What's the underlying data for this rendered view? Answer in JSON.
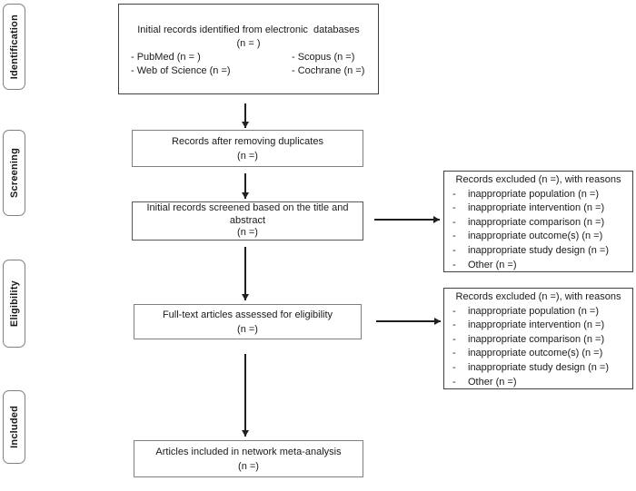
{
  "bullet": "-",
  "stages": [
    "Identification",
    "Screening",
    "Eligibility",
    "Included"
  ],
  "flow": {
    "identified": {
      "title": "Initial records identified from electronic  databases",
      "count": "(n = )",
      "sources_left": [
        "- PubMed (n = )",
        "- Web of Science (n =)"
      ],
      "sources_right": [
        "- Scopus (n =)",
        "- Cochrane (n =)"
      ]
    },
    "deduplicated": {
      "title": "Records after removing duplicates",
      "count": "(n =)"
    },
    "screened": {
      "title": "Initial records screened based on the title and abstract",
      "count": "(n =)"
    },
    "fulltext": {
      "title": "Full-text articles assessed for eligibility",
      "count": "(n =)"
    },
    "included": {
      "title": "Articles included in network meta-analysis",
      "count": "(n =)"
    }
  },
  "excluded_top": {
    "title": "Records excluded (n =), with reasons",
    "reasons": [
      "inappropriate population (n =)",
      "inappropriate intervention (n =)",
      "inappropriate comparison (n =)",
      "inappropriate outcome(s) (n =)",
      "inappropriate study design (n =)",
      "Other (n =)"
    ]
  },
  "excluded_bottom": {
    "title": "Records excluded (n =), with reasons",
    "reasons": [
      "inappropriate population (n =)",
      "inappropriate intervention (n =)",
      "inappropriate comparison (n =)",
      "inappropriate outcome(s) (n =)",
      "inappropriate study design (n =)",
      "Other (n =)"
    ]
  },
  "colors": {
    "box_border_dark": "#404040",
    "box_border_light": "#7f7f7f",
    "text": "#1a1a1a",
    "arrow": "#1f1f1f",
    "background": "#ffffff"
  }
}
